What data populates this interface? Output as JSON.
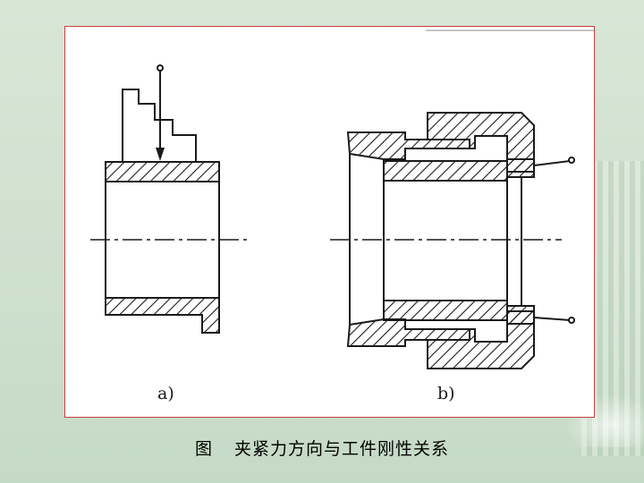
{
  "figure": {
    "label_a": "a)",
    "label_b": "b)"
  },
  "caption": {
    "prefix": "图",
    "text": "夹紧力方向与工件刚性关系"
  },
  "colors": {
    "frame_border": "#c84040",
    "line": "#1a1a1a",
    "background": "#d8e6d6"
  }
}
